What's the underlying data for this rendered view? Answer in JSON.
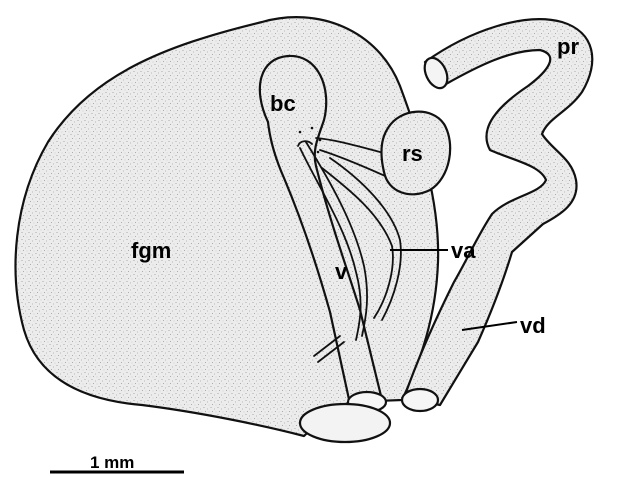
{
  "labels": {
    "fgm": "fgm",
    "bc": "bc",
    "rs": "rs",
    "pr": "pr",
    "v": "v",
    "va": "va",
    "vd": "vd"
  },
  "scale_bar": {
    "text": "1 mm"
  },
  "colors": {
    "ink": "#111111",
    "stipple_base": "#e9e9e9",
    "stipple_dot": "#9a9a9a",
    "background": "#ffffff"
  }
}
